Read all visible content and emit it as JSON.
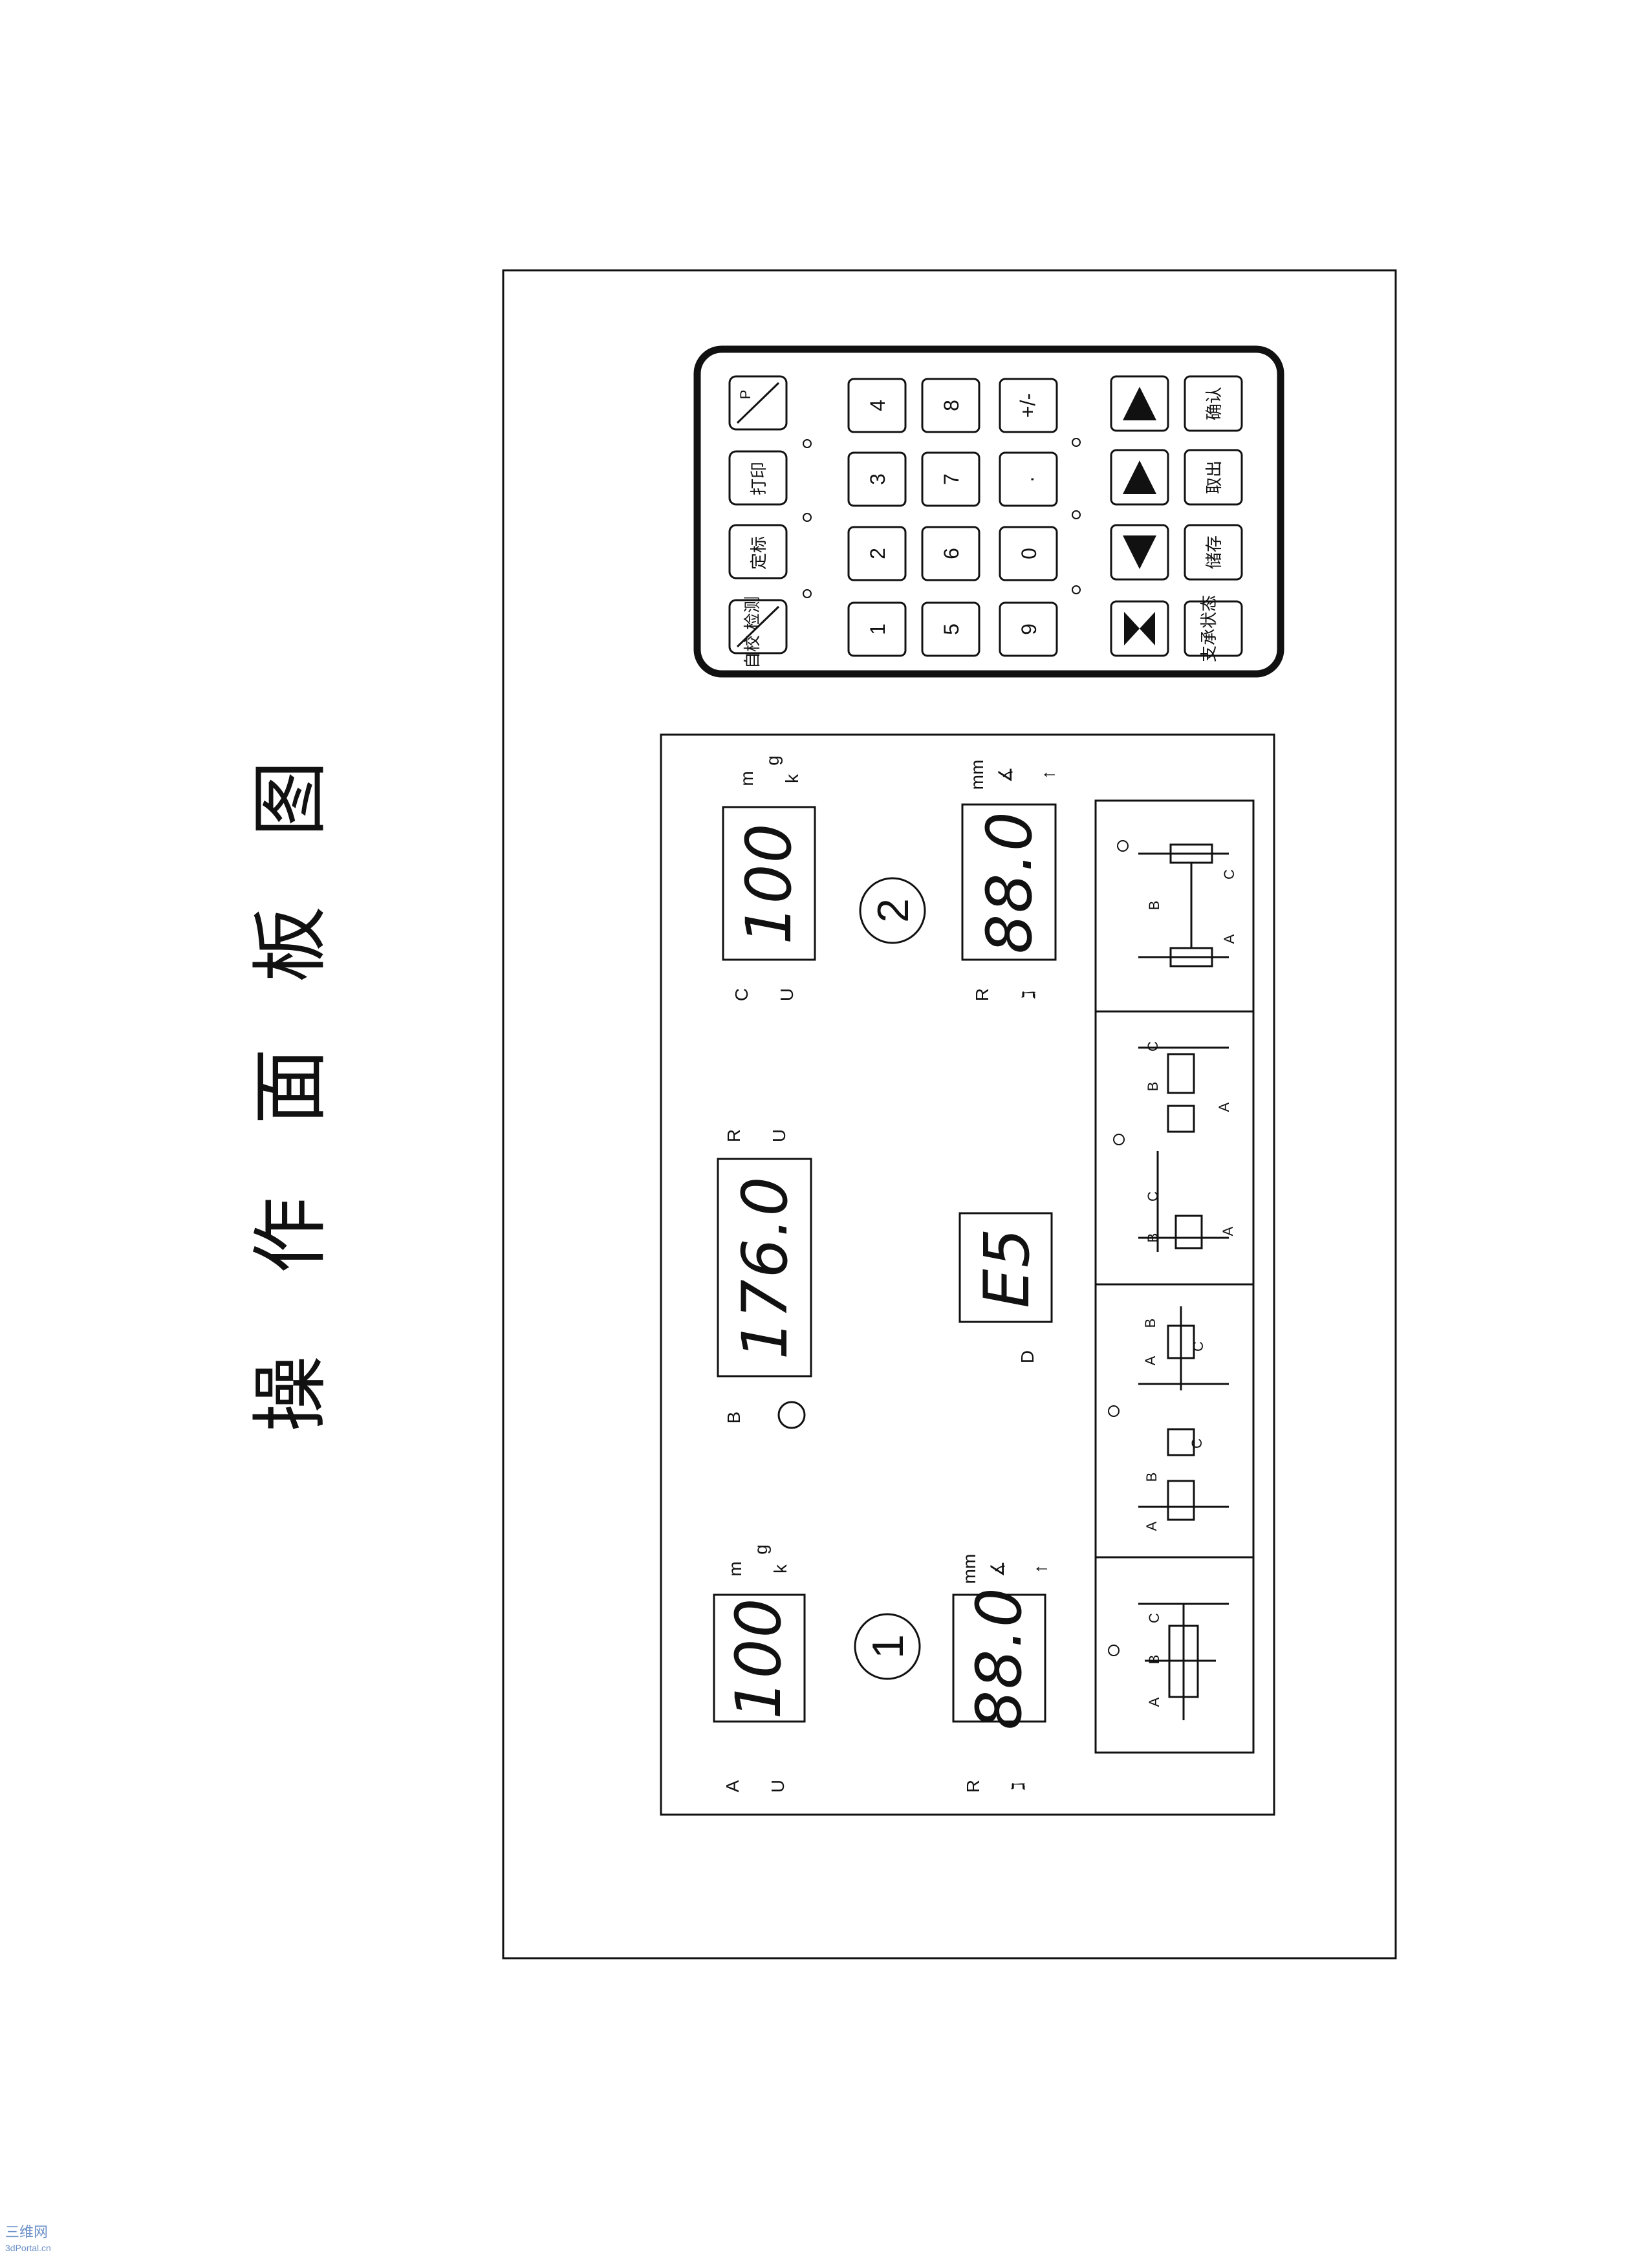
{
  "title": "操作面板图",
  "title_chars": [
    "操",
    "作",
    "面",
    "板",
    "图"
  ],
  "displays": {
    "weight_left": "100",
    "radius_left": "88.0",
    "distance_b": "176.0",
    "code": "E5",
    "weight_right": "100",
    "radius_right": "88.0"
  },
  "labels": {
    "A": "A",
    "B": "B",
    "C": "C",
    "D": "D",
    "R": "R",
    "U": "U",
    "mm": "mm",
    "m": "m",
    "g": "g",
    "k": "k",
    "dim_A": "A",
    "dim_B": "B",
    "dim_C": "C"
  },
  "channel_numbers": {
    "left": "1",
    "right": "2"
  },
  "keypad": {
    "keys_numeric": [
      "1",
      "2",
      "3",
      "4",
      "5",
      "6",
      "7",
      "8",
      "9",
      "0",
      ".",
      "+/-"
    ],
    "key_print": "打印",
    "key_fix": "定标",
    "key_store": "储存",
    "key_recall": "取出",
    "key_confirm": "确认",
    "key_support": "支承状态",
    "key_mode_top": "P",
    "key_mode_bottom": "自校 检测"
  },
  "colors": {
    "ink": "#111111",
    "paper": "#ffffff",
    "watermark": "#6a8fc7"
  },
  "watermark": {
    "line1": "三维网",
    "line2": "3dPortal.cn"
  }
}
